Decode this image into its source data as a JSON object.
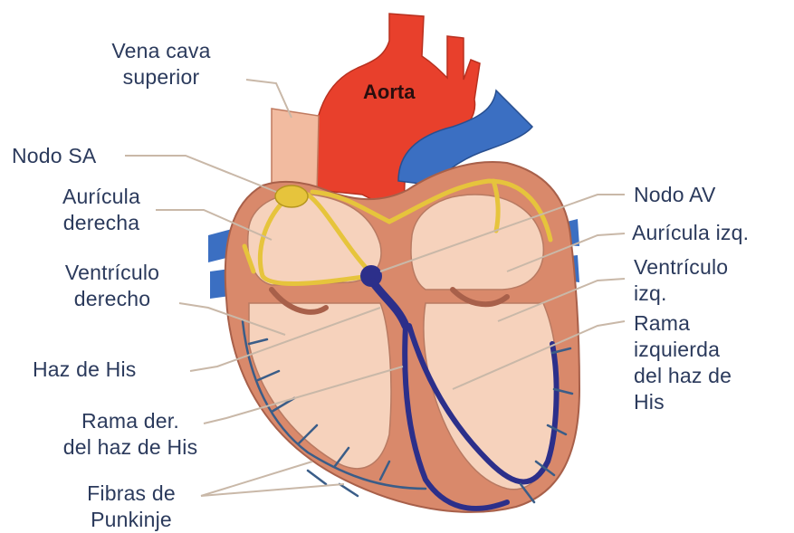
{
  "colors": {
    "aorta": "#e8402c",
    "vein": "#3b6fc2",
    "heart_wall": "#d9896b",
    "chamber": "#f6d2bc",
    "conduction": "#e6c43c",
    "bundle": "#2c2f8a",
    "leader": "#c9b8a8",
    "text": "#2b3a5c"
  },
  "labels": {
    "vena_cava": "Vena cava\nsuperior",
    "aorta": "Aorta",
    "nodo_sa": "Nodo SA",
    "auricula_derecha": "Aurícula\nderecha",
    "ventriculo_derecho": "Ventrículo\nderecho",
    "haz_de_his": "Haz de His",
    "rama_der": "Rama der.\ndel haz de His",
    "fibras": "Fibras de\nPunkinje",
    "nodo_av": "Nodo AV",
    "auricula_izq": "Aurícula izq.",
    "ventriculo_izq": "Ventrículo\nizq.",
    "rama_izq": "Rama\nizquierda\ndel haz de\nHis"
  }
}
